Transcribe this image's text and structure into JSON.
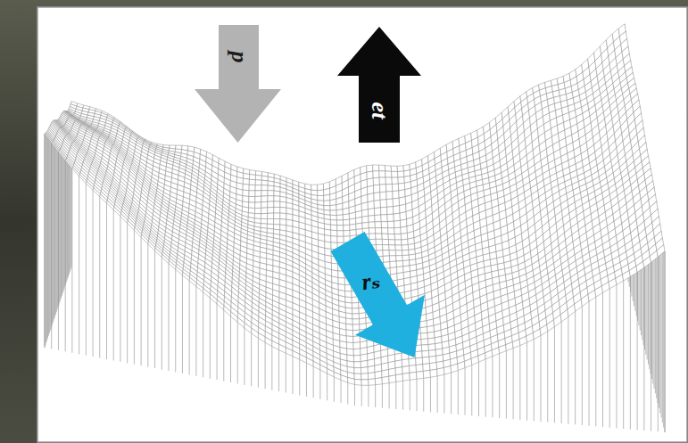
{
  "diagram": {
    "nodes": [
      {
        "text": [
          "p"
        ]
      },
      {
        "text": [
          "et"
        ]
      },
      {
        "text": [
          "rₛ"
        ]
      }
    ]
  }
}
